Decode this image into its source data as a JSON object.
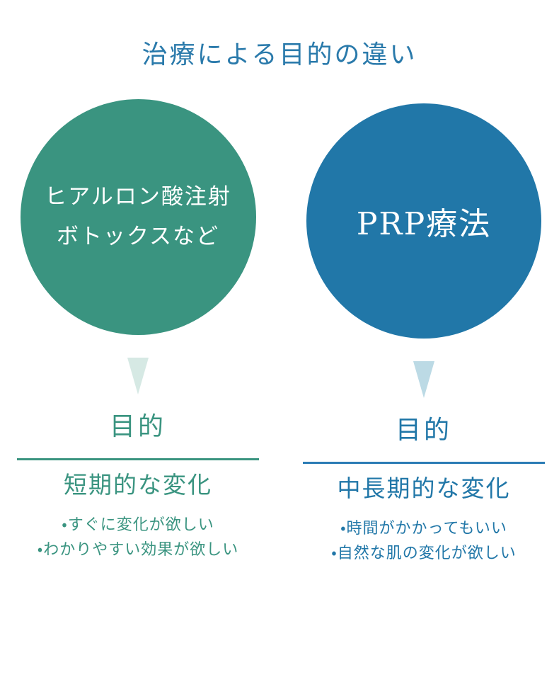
{
  "title": "治療による目的の違い",
  "colors": {
    "green": "#3a9480",
    "blue": "#2177a8",
    "title_blue": "#2a7aab",
    "triangle_green": "#d6e9e4",
    "triangle_blue": "#bcdae5",
    "line_green": "#3a9480",
    "line_blue": "#2b7cb5"
  },
  "left": {
    "circle_label_line1": "ヒアルロン酸注射",
    "circle_label_line2": "ボトックスなど",
    "purpose_heading": "目的",
    "result": "短期的な変化",
    "bullets": [
      "・すぐに変化が欲しい",
      "・わかりやすい効果が欲しい"
    ]
  },
  "right": {
    "circle_label": "PRP療法",
    "purpose_heading": "目的",
    "result": "中長期的な変化",
    "bullets": [
      "・時間がかかってもいい",
      "・自然な肌の変化が欲しい"
    ]
  }
}
